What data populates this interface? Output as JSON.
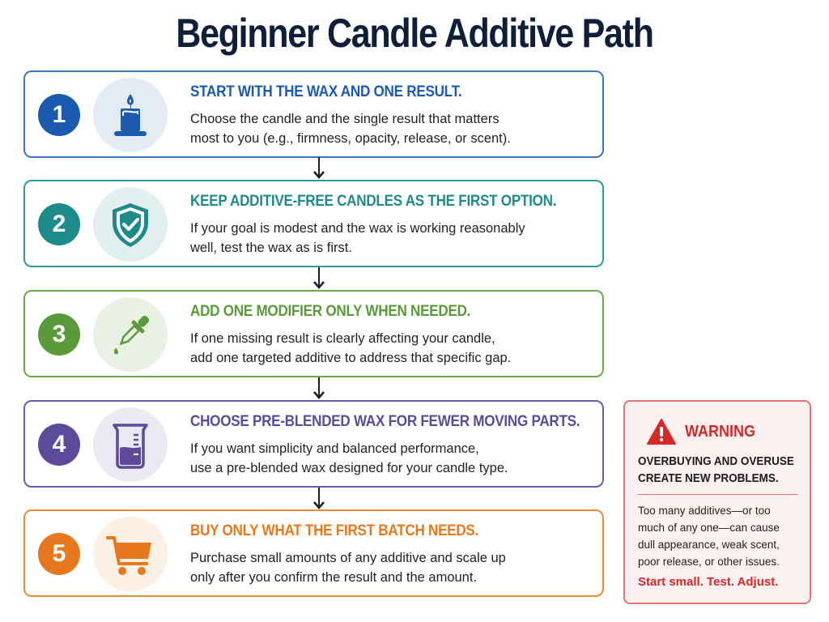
{
  "title": "Beginner Candle Additive Path",
  "colors": {
    "title": "#0f1f3a",
    "step1": "#1a5bb0",
    "step2": "#1f8a8a",
    "step3": "#5a9a3a",
    "step4": "#5b4b9a",
    "step5": "#e8781e",
    "warning": "#d62828"
  },
  "steps": [
    {
      "number": "1",
      "icon": "candle-icon",
      "heading": "START WITH THE WAX AND ONE RESULT.",
      "line1": "Choose the candle and the single result that matters",
      "line2": "most to you (e.g., firmness, opacity, release, or scent)."
    },
    {
      "number": "2",
      "icon": "shield-check-icon",
      "heading": "KEEP ADDITIVE-FREE CANDLES AS THE FIRST OPTION.",
      "line1": "If your goal is modest and the wax is working reasonably",
      "line2": "well, test the wax as is first."
    },
    {
      "number": "3",
      "icon": "dropper-icon",
      "heading": "ADD ONE MODIFIER ONLY WHEN NEEDED.",
      "line1": "If one missing result is clearly affecting your candle,",
      "line2": "add one targeted additive to address that specific gap."
    },
    {
      "number": "4",
      "icon": "beaker-icon",
      "heading": "CHOOSE PRE-BLENDED WAX FOR FEWER MOVING PARTS.",
      "line1": "If you want simplicity and balanced performance,",
      "line2": "use a pre-blended wax designed for your candle type."
    },
    {
      "number": "5",
      "icon": "shopping-cart-icon",
      "heading": "BUY ONLY WHAT THE FIRST BATCH NEEDS.",
      "line1": "Purchase small amounts of any additive and scale up",
      "line2": "only after you confirm the result and the amount."
    }
  ],
  "warning": {
    "icon": "warning-triangle-icon",
    "title": "WARNING",
    "subtitle_line1": "OVERBUYING AND OVERUSE",
    "subtitle_line2": "CREATE NEW PROBLEMS.",
    "body_line1": "Too many additives—or too",
    "body_line2": "much of any one—can cause",
    "body_line3": "dull appearance, weak scent,",
    "body_line4": "poor release, or other issues.",
    "footer": "Start small. Test. Adjust."
  }
}
